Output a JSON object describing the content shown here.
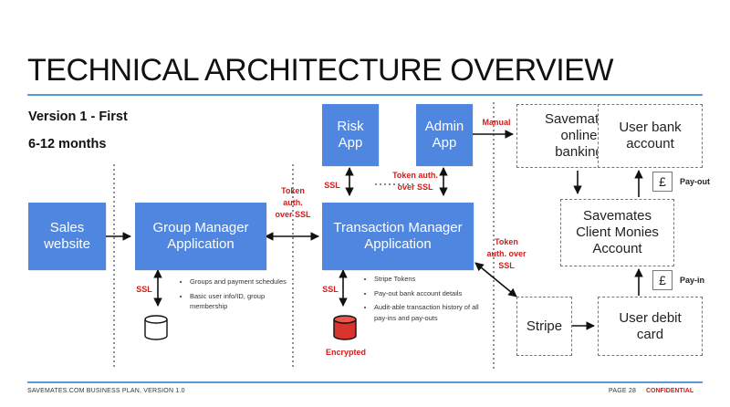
{
  "slide": {
    "title": "TECHNICAL ARCHITECTURE OVERVIEW",
    "version_line1": "Version 1 - First",
    "version_line2": "6-12 months"
  },
  "boxes": {
    "sales_website": "Sales\nwebsite",
    "group_manager": "Group Manager\nApplication",
    "transaction_manager": "Transaction Manager\nApplication",
    "risk_app": "Risk\nApp",
    "admin_app": "Admin\nApp",
    "online_banking": "Savemates\nonline\nbanking",
    "user_bank_account": "User bank\naccount",
    "client_monies": "Savemates\nClient Monies\nAccount",
    "stripe": "Stripe",
    "user_debit_card": "User debit\ncard",
    "pound_top": "£",
    "pound_bottom": "£"
  },
  "labels": {
    "token_left": "Token\nauth.\nover SSL",
    "token_admin": "Token auth.\nover SSL",
    "token_right": "Token\nauth. over\nSSL",
    "ssl_risk": "SSL",
    "ssl_group": "SSL",
    "ssl_trans": "SSL",
    "manual": "Manual",
    "encrypted": "Encrypted",
    "pay_out": "Pay-out",
    "pay_in": "Pay-in"
  },
  "notes_group": [
    "Groups and payment schedules",
    "Basic user info/ID, group membership"
  ],
  "notes_trans": [
    "Stripe Tokens",
    "Pay-out bank account details",
    "Audit-able transaction history of all pay-ins and pay-outs"
  ],
  "footer": {
    "left": "SAVEMATES.COM BUSINESS PLAN, VERSION 1.0",
    "page": "PAGE  28",
    "confidential": "CONFIDENTIAL"
  },
  "colors": {
    "accent_blue": "#4f86e0",
    "rule_blue": "#5b9bd5",
    "label_red": "#cc2020"
  }
}
